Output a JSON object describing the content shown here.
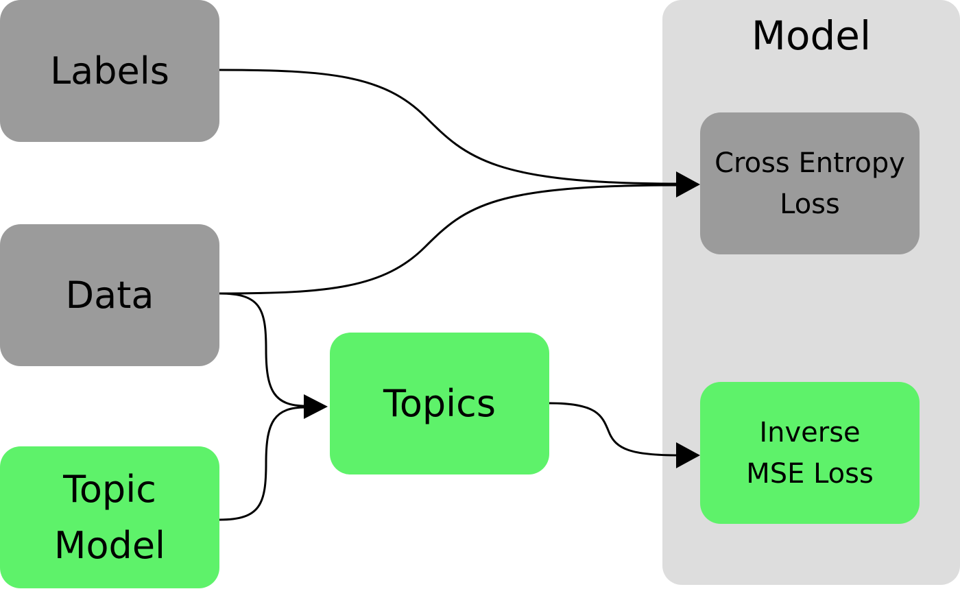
{
  "container": {
    "title": "Model",
    "color": "#dddddd"
  },
  "nodes": {
    "labels": {
      "lines": [
        "Labels"
      ],
      "color": "#9b9b9b"
    },
    "data": {
      "lines": [
        "Data"
      ],
      "color": "#9b9b9b"
    },
    "topic_model": {
      "lines": [
        "Topic",
        "Model"
      ],
      "color": "#5ef26a"
    },
    "topics": {
      "lines": [
        "Topics"
      ],
      "color": "#5ef26a"
    },
    "cross_entropy_loss": {
      "lines": [
        "Cross Entropy",
        "Loss"
      ],
      "color": "#9b9b9b"
    },
    "inverse_mse_loss": {
      "lines": [
        "Inverse",
        "MSE Loss"
      ],
      "color": "#5ef26a"
    }
  },
  "edges": [
    {
      "from": "labels",
      "to": "cross_entropy_loss"
    },
    {
      "from": "data",
      "to": "cross_entropy_loss"
    },
    {
      "from": "data",
      "to": "topics"
    },
    {
      "from": "topic_model",
      "to": "topics"
    },
    {
      "from": "topics",
      "to": "inverse_mse_loss"
    }
  ]
}
